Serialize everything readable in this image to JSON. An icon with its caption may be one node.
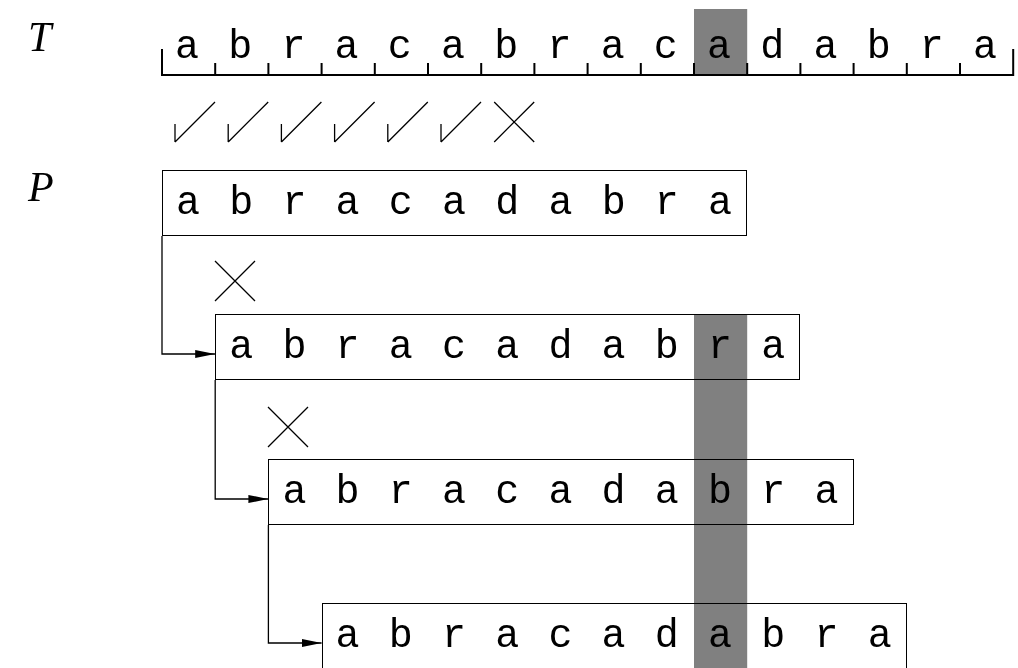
{
  "diagram": {
    "nodes": [
      {
        "text": [
          "abracadabra"
        ]
      },
      {
        "text": [
          "abracadabra"
        ]
      },
      {
        "text": [
          "abracadabra"
        ]
      },
      {
        "text": [
          "abracadabra"
        ]
      }
    ],
    "edges": [
      {
        "from": 0,
        "to": 1,
        "arrow": "to"
      },
      {
        "from": 1,
        "to": 2,
        "arrow": "to"
      },
      {
        "from": 2,
        "to": 3,
        "arrow": "to"
      }
    ],
    "labels": [
      "T",
      "abracabracadabra",
      "P"
    ]
  }
}
